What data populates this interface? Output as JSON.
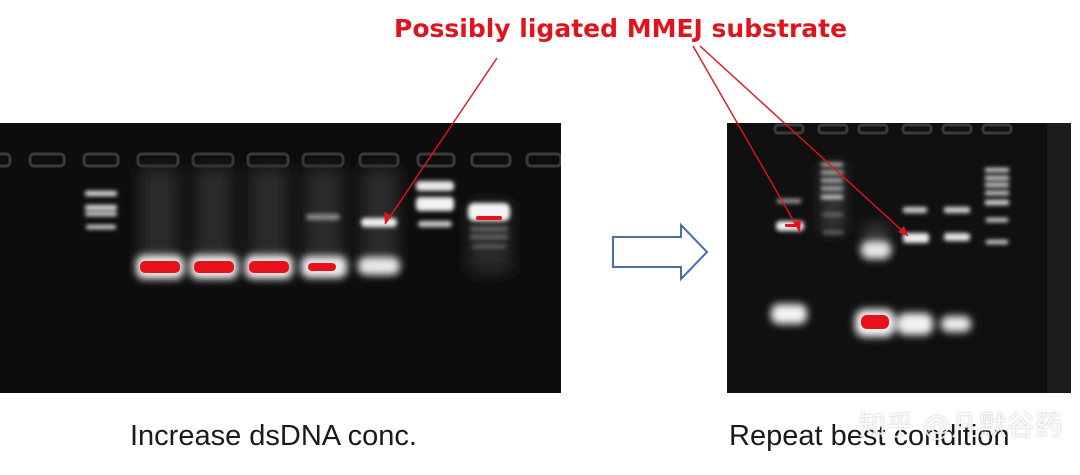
{
  "annotation": "Possibly ligated MMEJ substrate",
  "left_caption": "Increase dsDNA conc.",
  "right_caption": "Repeat best condition",
  "watermark": "知乎 @凡默谷药",
  "colors": {
    "annotation": "#e0141c",
    "saturated_band": "#e8101a",
    "arrow": "#4a6fa5"
  },
  "icons": {
    "transition_arrow": "right-arrow-icon"
  }
}
